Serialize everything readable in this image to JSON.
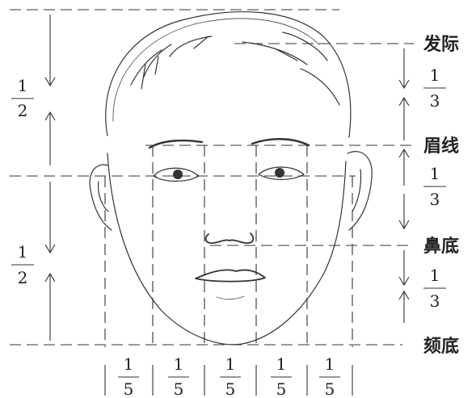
{
  "labels": {
    "hairline": "发际",
    "eyebrow": "眉线",
    "nose_base": "鼻底",
    "chin": "颏底"
  },
  "fractions": {
    "left_top": {
      "num": "1",
      "den": "2"
    },
    "left_bottom": {
      "num": "1",
      "den": "2"
    },
    "right_1": {
      "num": "1",
      "den": "3"
    },
    "right_2": {
      "num": "1",
      "den": "3"
    },
    "right_3": {
      "num": "1",
      "den": "3"
    },
    "bottom": [
      {
        "num": "1",
        "den": "5"
      },
      {
        "num": "1",
        "den": "5"
      },
      {
        "num": "1",
        "den": "5"
      },
      {
        "num": "1",
        "den": "5"
      },
      {
        "num": "1",
        "den": "5"
      }
    ]
  }
}
